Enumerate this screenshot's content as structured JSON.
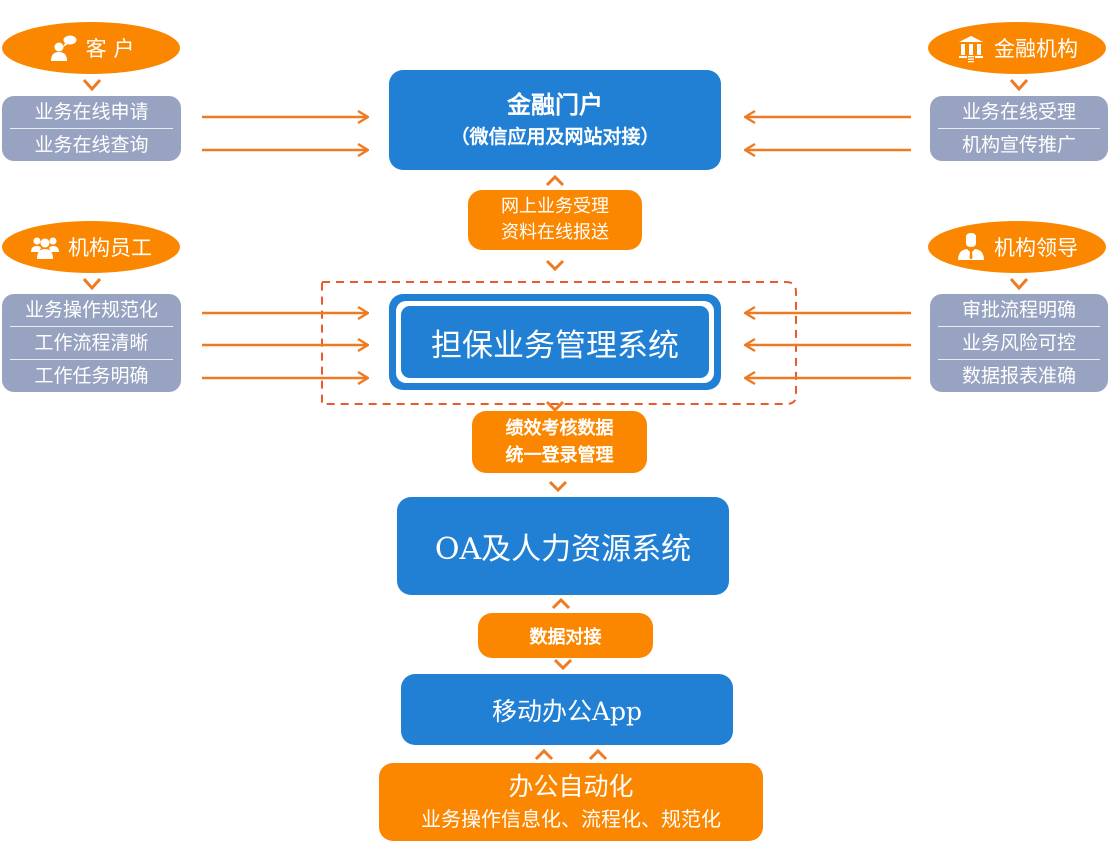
{
  "colors": {
    "orange": "#fb8700",
    "arrow": "#ee7a22",
    "blue": "#2180d4",
    "grey": "#97a3c0",
    "dashed": "#ec5a2c"
  },
  "roles": {
    "customer": {
      "label": "客 户",
      "icon": "user-chat-icon",
      "items": [
        "业务在线申请",
        "业务在线查询"
      ]
    },
    "institution": {
      "label": "金融机构",
      "icon": "bank-icon",
      "items": [
        "业务在线受理",
        "机构宣传推广"
      ]
    },
    "staff": {
      "label": "机构员工",
      "icon": "group-users-icon",
      "items": [
        "业务操作规范化",
        "工作流程清晰",
        "工作任务明确"
      ]
    },
    "leader": {
      "label": "机构领导",
      "icon": "business-person-icon",
      "items": [
        "审批流程明确",
        "业务风险可控",
        "数据报表准确"
      ]
    }
  },
  "systems": {
    "portal": {
      "title": "金融门户",
      "subtitle": "（微信应用及网站对接）"
    },
    "guarantee": {
      "title": "担保业务管理系统"
    },
    "oa": {
      "title": "OA及人力资源系统"
    },
    "mobile": {
      "title": "移动办公App"
    }
  },
  "connectors": {
    "portal_guarantee": [
      "网上业务受理",
      "资料在线报送"
    ],
    "guarantee_oa": [
      "绩效考核数据",
      "统一登录管理"
    ],
    "oa_mobile": [
      "数据对接"
    ]
  },
  "office_automation": {
    "title": "办公自动化",
    "subtitle": "业务操作信息化、流程化、规范化"
  }
}
